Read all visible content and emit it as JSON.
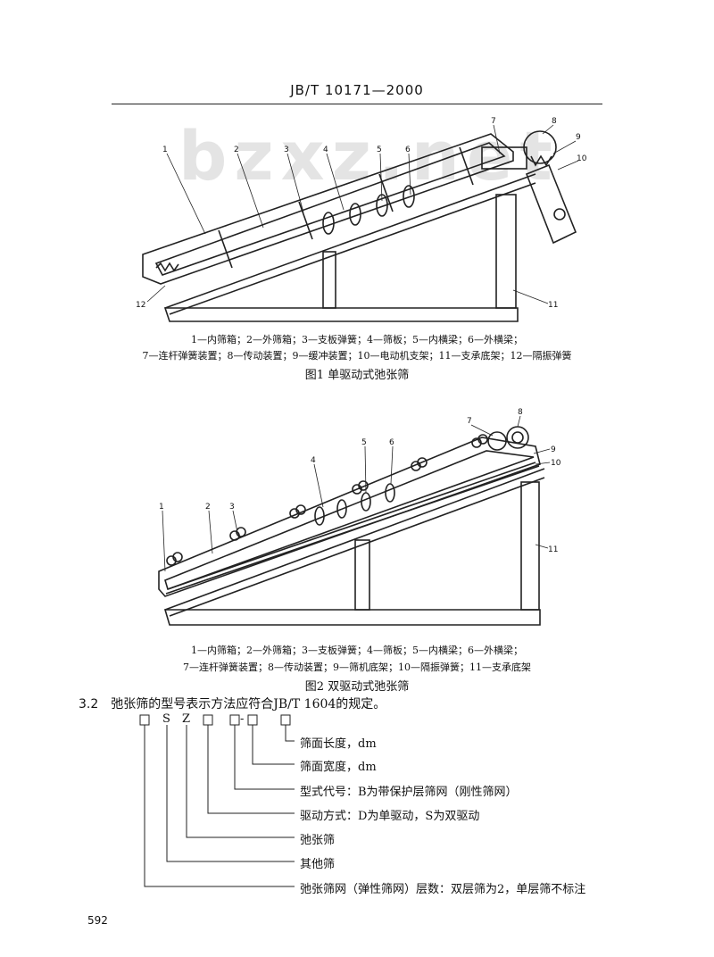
{
  "header": {
    "standard": "JB/T 10171—2000"
  },
  "watermark": {
    "text": "bzxz.net"
  },
  "figure1": {
    "labels": [
      "1",
      "2",
      "3",
      "4",
      "5",
      "6",
      "7",
      "8",
      "9",
      "10",
      "11",
      "12"
    ],
    "legend_line1": "1—内筛箱；2—外筛箱；3—支板弹簧；4—筛板；5—内横梁；6—外横梁；",
    "legend_line2": "7—连杆弹簧装置；8—传动装置；9—缓冲装置；10—电动机支架；11—支承底架；12—隔振弹簧",
    "title": "图1   单驱动式弛张筛"
  },
  "figure2": {
    "labels": [
      "1",
      "2",
      "3",
      "4",
      "5",
      "6",
      "7",
      "8",
      "9",
      "10",
      "11"
    ],
    "legend_line1": "1—内筛箱；2—外筛箱；3—支板弹簧；4—筛板；5—内横梁；6—外横梁；",
    "legend_line2": "7—连杆弹簧装置；8—传动装置；9—筛机底架；10—隔振弹簧；11—支承底架",
    "title": "图2   双驱动式弛张筛"
  },
  "section": {
    "number": "3.2",
    "text": "弛张筛的型号表示方法应符合JB/T 1604的规定。"
  },
  "model_code": {
    "chars": [
      "S",
      "Z",
      "-"
    ],
    "items": [
      "筛面长度，dm",
      "筛面宽度，dm",
      "型式代号：B为带保护层筛网（刚性筛网）",
      "驱动方式：D为单驱动，S为双驱动",
      "弛张筛",
      "其他筛",
      "弛张筛网（弹性筛网）层数：双层筛为2，单层筛不标注"
    ]
  },
  "page_number": "592"
}
